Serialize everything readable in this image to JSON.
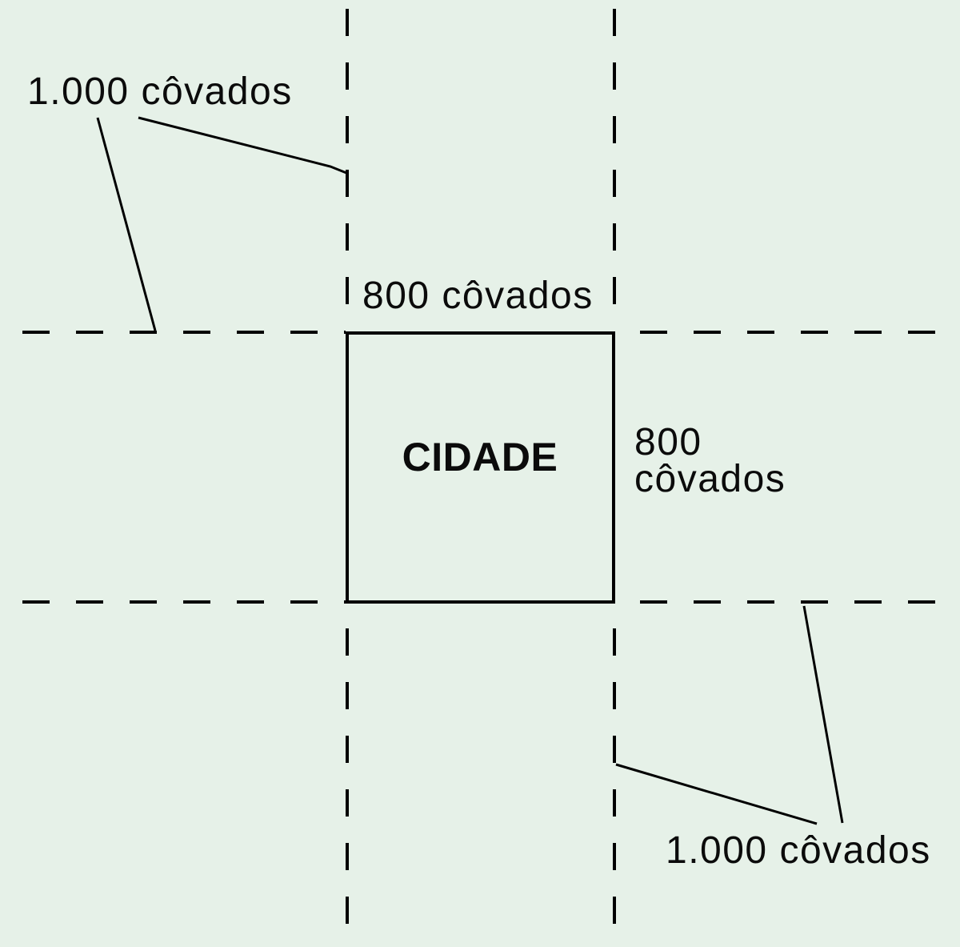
{
  "diagram": {
    "background_color": "#e6f1e8",
    "line_color": "#000000",
    "city": {
      "label": "CIDADE"
    },
    "labels": {
      "pasture_top_left": "1.000 côvados",
      "city_width_top": "800 côvados",
      "city_height_right_line1": "800",
      "city_height_right_line2": "côvados",
      "pasture_bottom_right": "1.000 côvados"
    }
  }
}
